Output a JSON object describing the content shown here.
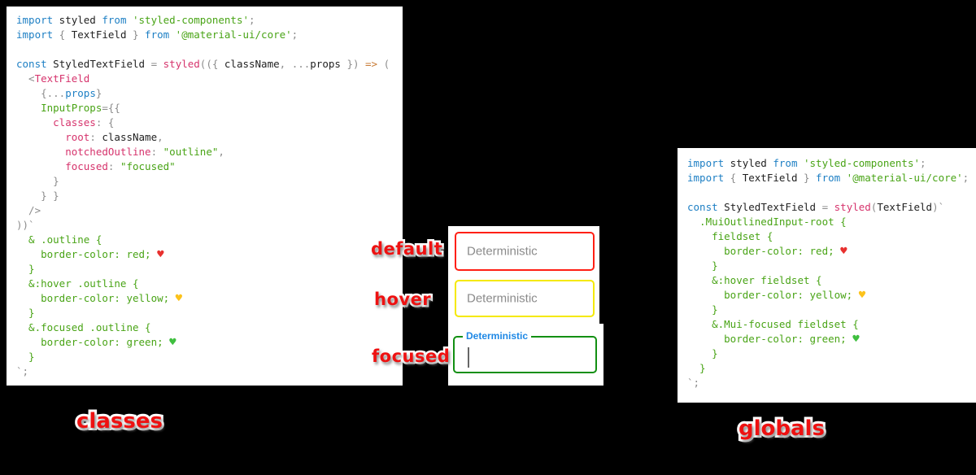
{
  "colors": {
    "background": "#000000",
    "panel_bg": "#ffffff",
    "keyword_blue": "#1d7fc4",
    "string_green": "#49a416",
    "ident_pink": "#d6336c",
    "arrow_orange": "#c87b36",
    "punct_gray": "#8c8c8c",
    "annotation_red": "#ee1111",
    "tf_default_border": "#ff1f14",
    "tf_hover_border": "#f5e900",
    "tf_focused_border": "#128f12",
    "tf_focused_label_blue": "#1e88e5",
    "tf_placeholder_gray": "#8b8b8b"
  },
  "left_code": {
    "lines": [
      [
        [
          "k",
          "import"
        ],
        [
          "t",
          " styled "
        ],
        [
          "k",
          "from"
        ],
        [
          "s",
          " 'styled-components'"
        ],
        [
          "g",
          ";"
        ]
      ],
      [
        [
          "k",
          "import"
        ],
        [
          "g",
          " { "
        ],
        [
          "t",
          "TextField"
        ],
        [
          "g",
          " } "
        ],
        [
          "k",
          "from"
        ],
        [
          "s",
          " '@material-ui/core'"
        ],
        [
          "g",
          ";"
        ]
      ],
      [],
      [
        [
          "k",
          "const"
        ],
        [
          "t",
          " StyledTextField "
        ],
        [
          "g",
          "= "
        ],
        [
          "p",
          "styled"
        ],
        [
          "g",
          "(({ "
        ],
        [
          "t",
          "className"
        ],
        [
          "g",
          ", ..."
        ],
        [
          "t",
          "props"
        ],
        [
          "g",
          " }) "
        ],
        [
          "o",
          "=>"
        ],
        [
          "g",
          " ("
        ]
      ],
      [
        [
          "g",
          "  <"
        ],
        [
          "p",
          "TextField"
        ]
      ],
      [
        [
          "g",
          "    {..."
        ],
        [
          "k",
          "props"
        ],
        [
          "g",
          "}"
        ]
      ],
      [
        [
          "s",
          "    InputProps"
        ],
        [
          "g",
          "={{"
        ]
      ],
      [
        [
          "g",
          "      "
        ],
        [
          "p",
          "classes"
        ],
        [
          "g",
          ": {"
        ]
      ],
      [
        [
          "p",
          "        root"
        ],
        [
          "g",
          ": "
        ],
        [
          "t",
          "className"
        ],
        [
          "g",
          ","
        ]
      ],
      [
        [
          "p",
          "        notchedOutline"
        ],
        [
          "g",
          ": "
        ],
        [
          "s",
          "\"outline\""
        ],
        [
          "g",
          ","
        ]
      ],
      [
        [
          "p",
          "        focused"
        ],
        [
          "g",
          ": "
        ],
        [
          "s",
          "\"focused\""
        ]
      ],
      [
        [
          "g",
          "      }"
        ]
      ],
      [
        [
          "g",
          "    } }"
        ]
      ],
      [
        [
          "g",
          "  />"
        ]
      ],
      [
        [
          "g",
          "))`"
        ]
      ],
      [
        [
          "s",
          "  & .outline {"
        ]
      ],
      [
        [
          "s",
          "    border-color: red; "
        ],
        [
          "hr",
          "♥"
        ]
      ],
      [
        [
          "s",
          "  }"
        ]
      ],
      [
        [
          "s",
          "  &:hover .outline {"
        ]
      ],
      [
        [
          "s",
          "    border-color: yellow; "
        ],
        [
          "hy",
          "♥"
        ]
      ],
      [
        [
          "s",
          "  }"
        ]
      ],
      [
        [
          "s",
          "  &.focused .outline {"
        ]
      ],
      [
        [
          "s",
          "    border-color: green; "
        ],
        [
          "hg",
          "♥"
        ]
      ],
      [
        [
          "s",
          "  }"
        ]
      ],
      [
        [
          "g",
          "`;"
        ]
      ]
    ]
  },
  "right_code": {
    "lines": [
      [
        [
          "k",
          "import"
        ],
        [
          "t",
          " styled "
        ],
        [
          "k",
          "from"
        ],
        [
          "s",
          " 'styled-components'"
        ],
        [
          "g",
          ";"
        ]
      ],
      [
        [
          "k",
          "import"
        ],
        [
          "g",
          " { "
        ],
        [
          "t",
          "TextField"
        ],
        [
          "g",
          " } "
        ],
        [
          "k",
          "from"
        ],
        [
          "s",
          " '@material-ui/core'"
        ],
        [
          "g",
          ";"
        ]
      ],
      [],
      [
        [
          "k",
          "const"
        ],
        [
          "t",
          " StyledTextField "
        ],
        [
          "g",
          "= "
        ],
        [
          "p",
          "styled"
        ],
        [
          "g",
          "("
        ],
        [
          "t",
          "TextField"
        ],
        [
          "g",
          ")`"
        ]
      ],
      [
        [
          "s",
          "  .MuiOutlinedInput-root {"
        ]
      ],
      [
        [
          "s",
          "    fieldset {"
        ]
      ],
      [
        [
          "s",
          "      border-color: red; "
        ],
        [
          "hr",
          "♥"
        ]
      ],
      [
        [
          "s",
          "    }"
        ]
      ],
      [
        [
          "s",
          "    &:hover fieldset {"
        ]
      ],
      [
        [
          "s",
          "      border-color: yellow; "
        ],
        [
          "hy",
          "♥"
        ]
      ],
      [
        [
          "s",
          "    }"
        ]
      ],
      [
        [
          "s",
          "    &.Mui-focused fieldset {"
        ]
      ],
      [
        [
          "s",
          "      border-color: green; "
        ],
        [
          "hg",
          "♥"
        ]
      ],
      [
        [
          "s",
          "    }"
        ]
      ],
      [
        [
          "s",
          "  }"
        ]
      ],
      [
        [
          "g",
          "`;"
        ]
      ]
    ]
  },
  "textfields": {
    "default": {
      "label": "Deterministic"
    },
    "hover": {
      "label": "Deterministic"
    },
    "focused": {
      "label": "Deterministic"
    }
  },
  "annotations": {
    "default": "default",
    "hover": "hover",
    "focused": "focused"
  },
  "captions": {
    "left": "classes",
    "right": "globals"
  }
}
